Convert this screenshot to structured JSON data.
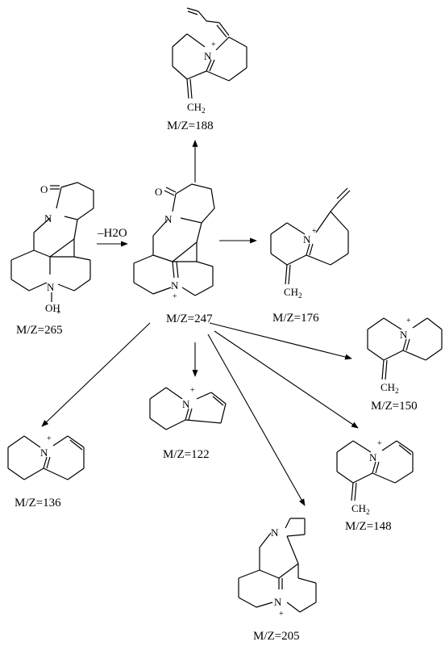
{
  "compounds": {
    "c265": {
      "label": "M/Z=265",
      "atoms": {
        "o": "O",
        "n1": "N",
        "n2": "N",
        "plus": "+",
        "oh": "OH"
      }
    },
    "c247": {
      "label": "M/Z=247",
      "atoms": {
        "o": "O",
        "n1": "N",
        "n2": "N",
        "plus": "+"
      }
    },
    "c188": {
      "label": "M/Z=188",
      "atoms": {
        "n": "N",
        "plus": "+",
        "ch": "CH",
        "sub": "2"
      }
    },
    "c176": {
      "label": "M/Z=176",
      "atoms": {
        "n": "N",
        "plus": "+",
        "ch": "CH",
        "sub": "2"
      }
    },
    "c150": {
      "label": "M/Z=150",
      "atoms": {
        "n": "N",
        "plus": "+",
        "ch": "CH",
        "sub": "2"
      }
    },
    "c148": {
      "label": "M/Z=148",
      "atoms": {
        "n": "N",
        "plus": "+",
        "ch": "CH",
        "sub": "2"
      }
    },
    "c136": {
      "label": "M/Z=136",
      "atoms": {
        "n": "N",
        "plus": "+"
      }
    },
    "c122": {
      "label": "M/Z=122",
      "atoms": {
        "n": "N",
        "plus": "+"
      }
    },
    "c205": {
      "label": "M/Z=205",
      "atoms": {
        "n1": "N",
        "n2": "N",
        "plus": "+"
      }
    }
  },
  "arrows": {
    "dehydration": {
      "label": "–H2O"
    }
  }
}
